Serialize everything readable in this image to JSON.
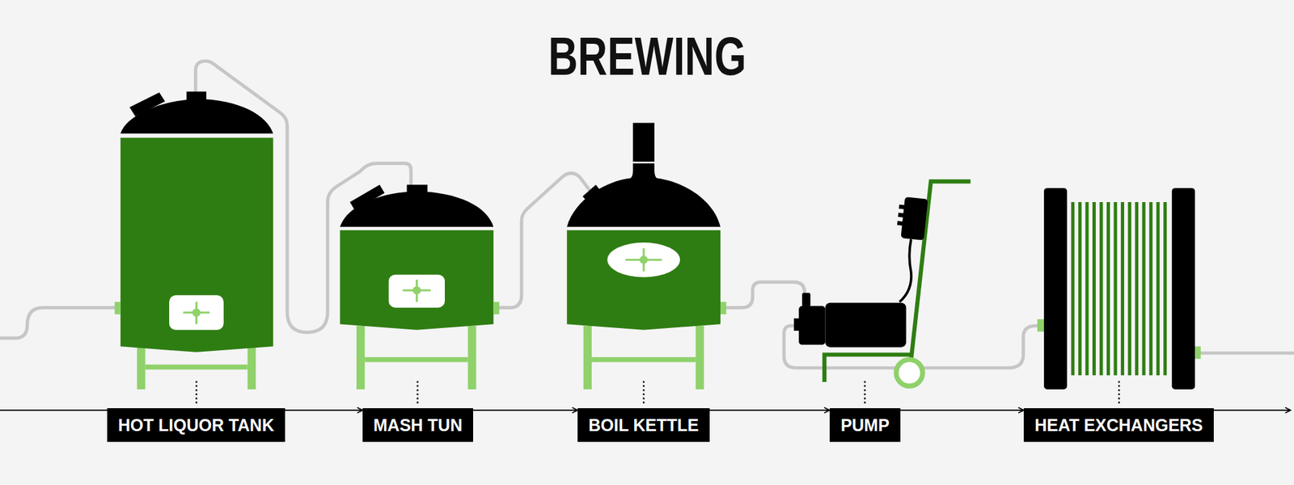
{
  "diagram": {
    "title": "BREWING",
    "nodes": [
      {
        "text": [
          "HOT LIQUOR TANK"
        ]
      },
      {
        "text": [
          "MASH TUN"
        ]
      },
      {
        "text": [
          "BOIL KETTLE"
        ]
      },
      {
        "text": [
          "PUMP"
        ]
      },
      {
        "text": [
          "HEAT EXCHANGERS"
        ]
      }
    ],
    "edges": [
      {
        "from": 0,
        "to": 1,
        "arrow": "to"
      },
      {
        "from": 1,
        "to": 2,
        "arrow": "to"
      },
      {
        "from": 2,
        "to": 3,
        "arrow": "to"
      },
      {
        "from": 3,
        "to": 4,
        "arrow": "to"
      }
    ]
  }
}
